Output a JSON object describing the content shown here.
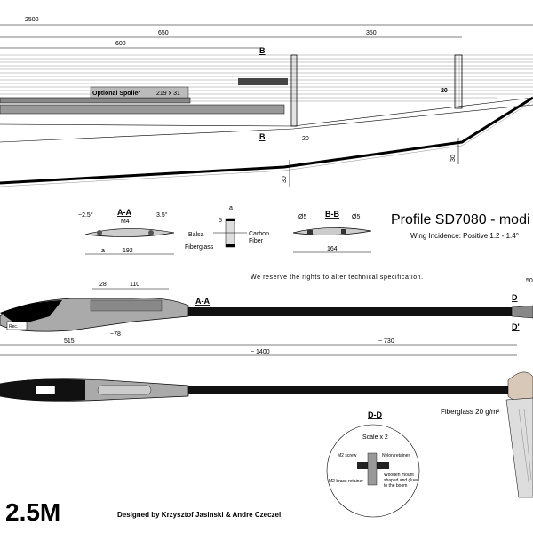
{
  "wing_plan": {
    "dim_total": "2500",
    "dim_inner": "650",
    "dim_outer": "350",
    "dim_root": "600",
    "dim_panel": "20",
    "dim_small": "20",
    "dim_tip_chord": "30",
    "dim_root_chord": "30",
    "section_b": "B",
    "spoiler_label": "Optional Spoiler",
    "spoiler_size": "219 x 31"
  },
  "profile": {
    "title": "Profile SD7080 - modi",
    "incidence": "Wing Incidence:  Positive 1.2 - 1.4°"
  },
  "section_aa": {
    "title": "A-A",
    "angle_left": "~2.5°",
    "angle_right": "3.5°",
    "screw": "M4",
    "mark_a": "a",
    "width": "192"
  },
  "section_a_detail": {
    "mark_a": "a",
    "dim_5": "5",
    "balsa": "Balsa",
    "fiberglass": "Fiberglass",
    "carbon": "Carbon",
    "fiber": "Fiber"
  },
  "section_bb": {
    "title": "B-B",
    "dia_left": "Ø5",
    "dia_right": "Ø5",
    "width": "164"
  },
  "notice": "We reserve the rights to alter technical specification.",
  "fuselage_side": {
    "dim_28": "28",
    "dim_110": "110",
    "dim_78": "~78",
    "dim_515": "515",
    "dim_730": "~ 730",
    "dim_1400": "~ 1400",
    "section_a": "A-A",
    "section_d": "D",
    "section_d2": "D'",
    "dim_50": "50",
    "rx_label": "Rec."
  },
  "fuselage_top": {
    "fiberglass": "Fiberglass 20 g/m²"
  },
  "detail_dd": {
    "title": "D-D",
    "scale": "Scale x 2",
    "m2_screw": "M2 screw",
    "nylon": "Nylon retainer",
    "brass": "M2 brass retainer",
    "wooden1": "Wooden mount",
    "wooden2": "shaped and glued",
    "wooden3": "to the boom"
  },
  "footer": {
    "model": "2.5M",
    "designer": "Designed by Krzysztof Jasinski & Andre Czeczel"
  }
}
